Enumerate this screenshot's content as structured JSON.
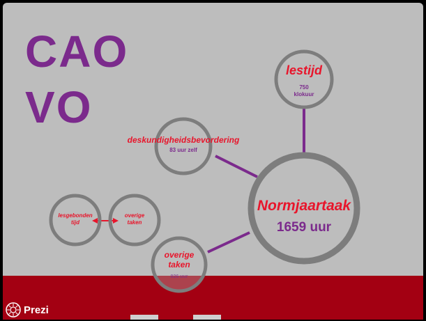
{
  "title": {
    "line1": "CAO",
    "line2": "VO"
  },
  "nodes": {
    "lestijd": {
      "title": "lestijd",
      "value": "750",
      "unit": "klokuur"
    },
    "deskundigheid": {
      "title": "deskundigheidsbevordering",
      "value": "83 uur zelf"
    },
    "normjaartaak": {
      "title": "Normjaartaak",
      "value": "1659 uur"
    },
    "overige_main": {
      "title_line1": "overige",
      "title_line2": "taken",
      "value": "826 uur"
    },
    "lesgebonden": {
      "line1": "lesgebonden",
      "line2": "tijd"
    },
    "overige_small": {
      "line1": "overige",
      "line2": "taken"
    }
  },
  "branding": {
    "logo_text": "Prezi"
  },
  "colors": {
    "purple": "#7b2a8c",
    "red": "#e8152b",
    "band": "#a30012",
    "ring": "#7d7d7d",
    "background": "#bdbdbd"
  }
}
